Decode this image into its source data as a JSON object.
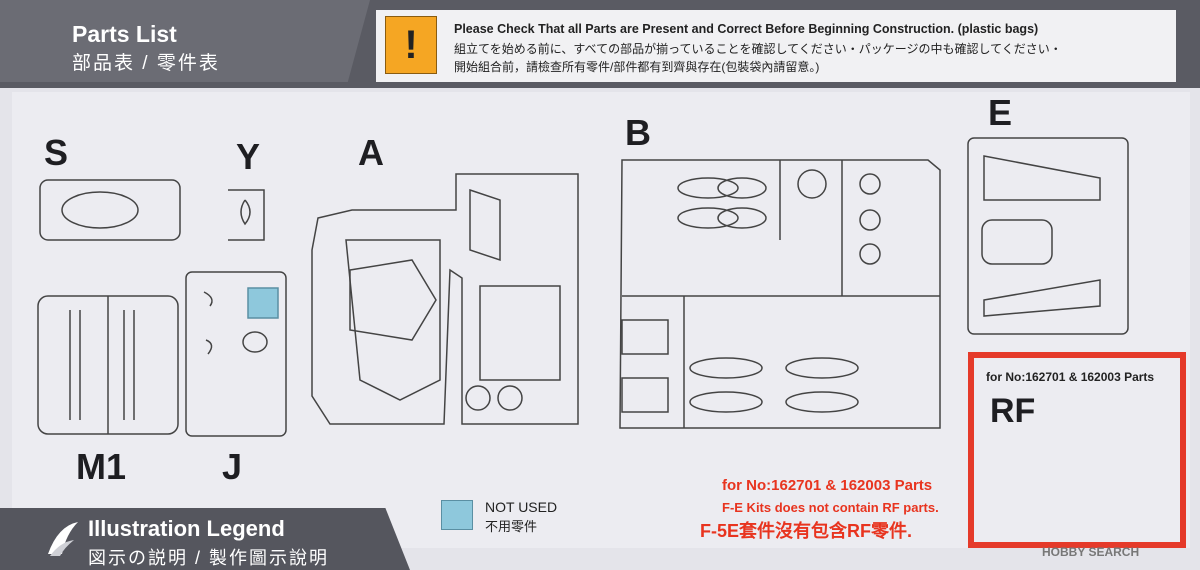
{
  "header": {
    "title_en": "Parts List",
    "title_cjk": "部品表 / 零件表"
  },
  "notice": {
    "icon": "exclamation-icon",
    "line_en": "Please Check That all Parts are Present and Correct Before Beginning Construction. (plastic bags)",
    "line_ja": "組立てを始める前に、すべての部品が揃っていることを確認してください・パッケージの中も確認してください・",
    "line_zh": "開始組合前，請檢查所有零件/部件都有到齊與存在(包裝袋內請留意。)"
  },
  "sprues": {
    "S": "S",
    "Y": "Y",
    "A": "A",
    "B": "B",
    "E": "E",
    "M1": "M1",
    "J": "J",
    "RF": "RF"
  },
  "not_used": {
    "en": "NOT USED",
    "cjk": "不用零件",
    "color": "#8ec8dc"
  },
  "red_note": {
    "line1": "for No:162701 & 162003 Parts",
    "line2": "F-E Kits does not contain RF parts.",
    "line3": "F-5E套件沒有包含RF零件."
  },
  "rf_box": {
    "header": "for No:162701 & 162003 Parts",
    "label": "RF"
  },
  "legend": {
    "title_en": "Illustration Legend",
    "title_cjk": "図示の説明 / 製作圖示說明"
  },
  "watermark": "HOBBY SEARCH",
  "colors": {
    "accent_red": "#e53a2a",
    "header_gray": "#5a5b63",
    "warning_orange": "#f5a623"
  }
}
